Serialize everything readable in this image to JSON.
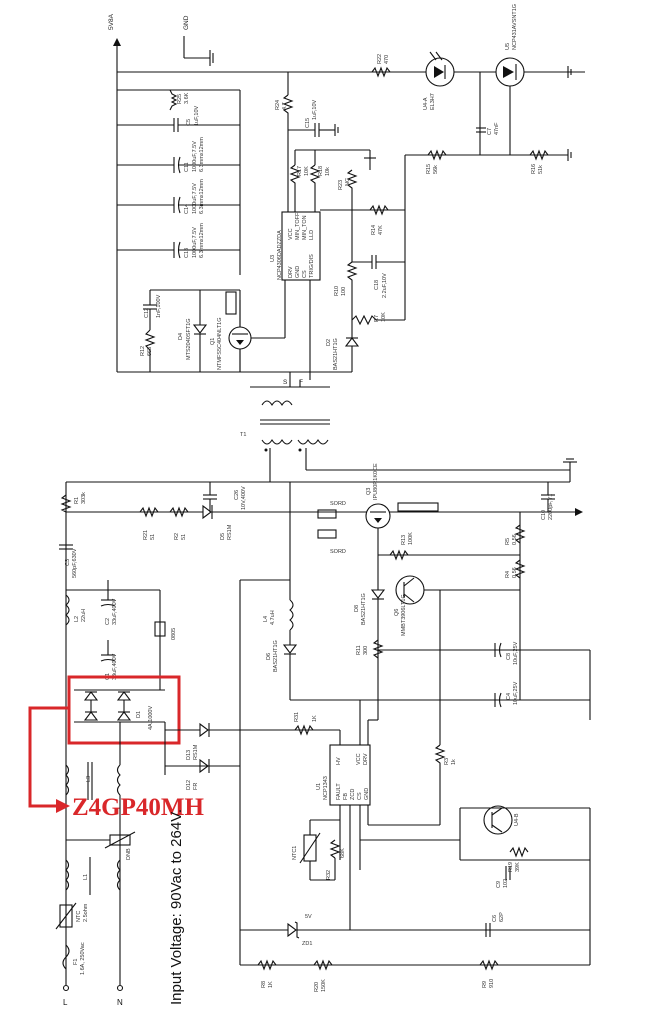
{
  "rails": {
    "supply": "5V8A",
    "ground": "GND"
  },
  "highlight": {
    "part_number": "Z4GP40MH"
  },
  "input_voltage": "Input Voltage: 90Vac to 264V.",
  "pins": {
    "line": "L",
    "neutral": "N",
    "s": "S",
    "f": "F"
  },
  "components": {
    "r25": {
      "ref": "R25",
      "value": "3.6K"
    },
    "c5": {
      "ref": "C5",
      "value": "1uF,10V"
    },
    "c11": {
      "ref": "C11",
      "value": "1000uF,7.5V",
      "size": "6.3mmx12mm"
    },
    "c14": {
      "ref": "C14",
      "value": "1000uF,7.5V",
      "size": "6.3mmx12mm"
    },
    "c13": {
      "ref": "C13",
      "value": "1000uF,7.5V",
      "size": "6.3mmx12mm"
    },
    "c12": {
      "ref": "C12",
      "value": "1nF,100V"
    },
    "d4": {
      "ref": "D4",
      "value": "MTS2040SFT1G"
    },
    "q1": {
      "ref": "Q1",
      "value": "NTMFS5C404NLT1G"
    },
    "r12": {
      "ref": "R12",
      "value": "665"
    },
    "r24": {
      "ref": "R24",
      "value": "4.7"
    },
    "c15": {
      "ref": "C15",
      "value": "1uF,10V"
    },
    "r17": {
      "ref": "R17",
      "value": "10K"
    },
    "r18": {
      "ref": "R18",
      "value": "10k"
    },
    "r23": {
      "ref": "R23",
      "value": "NC"
    },
    "u3": {
      "ref": "U3",
      "value": "NCP4306DADZZDA",
      "pins": [
        "VCC",
        "MIN_TOFF",
        "MIN_TON",
        "LLD",
        "DRV",
        "GND",
        "CS",
        "TRIG/DIS"
      ]
    },
    "r14": {
      "ref": "R14",
      "value": "47K"
    },
    "r10": {
      "ref": "R10",
      "value": "100"
    },
    "c18": {
      "ref": "C18",
      "value": "2.2uF,10V"
    },
    "r7": {
      "ref": "R7",
      "value": "10K"
    },
    "d2": {
      "ref": "D2",
      "value": "BAS21HT1G"
    },
    "r22": {
      "ref": "R22",
      "value": "470"
    },
    "u4a": {
      "ref": "U4-A",
      "value": "EL3H7"
    },
    "u5": {
      "ref": "U5",
      "value": "NCP431AVSNT1G"
    },
    "c7": {
      "ref": "C7",
      "value": "47nF"
    },
    "r15": {
      "ref": "R15",
      "value": "56k"
    },
    "r16": {
      "ref": "R16",
      "value": "51k"
    },
    "t1": {
      "ref": "T1"
    },
    "r1": {
      "ref": "R1",
      "value": "303k"
    },
    "c3": {
      "ref": "C3",
      "value": "560pF,630V"
    },
    "r21": {
      "ref": "R21",
      "value": "51"
    },
    "r2": {
      "ref": "R2",
      "value": "51"
    },
    "d5": {
      "ref": "D5",
      "value": "RS1M"
    },
    "c26": {
      "ref": "C26",
      "value": "10V,400V"
    },
    "r6": {
      "ref": "R6",
      "value": "0805"
    },
    "c2": {
      "ref": "C2",
      "value": "33uF,400V"
    },
    "c1": {
      "ref": "C1",
      "value": "33uF,400V"
    },
    "l2": {
      "ref": "L2",
      "value": "22uH"
    },
    "d1": {
      "ref": "D1",
      "value": "4A,1000V"
    },
    "d13": {
      "ref": "D13",
      "value": "RS1M"
    },
    "d12": {
      "ref": "D12",
      "value": "FR"
    },
    "l3": {
      "ref": "L3"
    },
    "l1": {
      "ref": "L1"
    },
    "dnb": {
      "ref": "DNB"
    },
    "ntc": {
      "ref": "NTC",
      "value": "2.5ohm"
    },
    "f1": {
      "ref": "F1",
      "value": "1.6A, 250Vac"
    },
    "q3": {
      "ref": "Q3",
      "value": "IPU80R1K0CE"
    },
    "c10": {
      "ref": "C10",
      "value": "2200pF,Y1"
    },
    "r5": {
      "ref": "R5",
      "value": "0.56"
    },
    "r4": {
      "ref": "R4",
      "value": "0.56"
    },
    "r13": {
      "ref": "R13",
      "value": "100K"
    },
    "d8": {
      "ref": "D8",
      "value": "BAS21HT1G"
    },
    "q6": {
      "ref": "Q6",
      "value": "MMBT3906LT1G"
    },
    "l4": {
      "ref": "L4",
      "value": "4.7uH"
    },
    "d6": {
      "ref": "D6",
      "value": "BAS21HT1G"
    },
    "r11": {
      "ref": "R11",
      "value": "300"
    },
    "c8": {
      "ref": "C8",
      "value": "10uF,25V"
    },
    "c4": {
      "ref": "C4",
      "value": "10uF,25V"
    },
    "r31": {
      "ref": "R31",
      "value": "1K"
    },
    "u1": {
      "ref": "U1",
      "value": "NCP1343",
      "pins": [
        "HV",
        "VCC",
        "DRV",
        "FAULT",
        "FB",
        "ZCD",
        "CS",
        "GND"
      ]
    },
    "r3": {
      "ref": "R3",
      "value": "1k"
    },
    "u4b": {
      "ref": "U4-B"
    },
    "ntc1": {
      "ref": "NTC1"
    },
    "r32": {
      "ref": "R32",
      "value": "68K"
    },
    "r19": {
      "ref": "R19",
      "value": "39K"
    },
    "c9": {
      "ref": "C9",
      "value": "102"
    },
    "zd1": {
      "ref": "ZD1",
      "value": "5V"
    },
    "c6": {
      "ref": "C6",
      "value": "62P"
    },
    "r8": {
      "ref": "R8",
      "value": "1K"
    },
    "r20": {
      "ref": "R20",
      "value": "150K"
    },
    "r9": {
      "ref": "R9",
      "value": "910"
    },
    "sord": {
      "ref": "SORD"
    }
  }
}
